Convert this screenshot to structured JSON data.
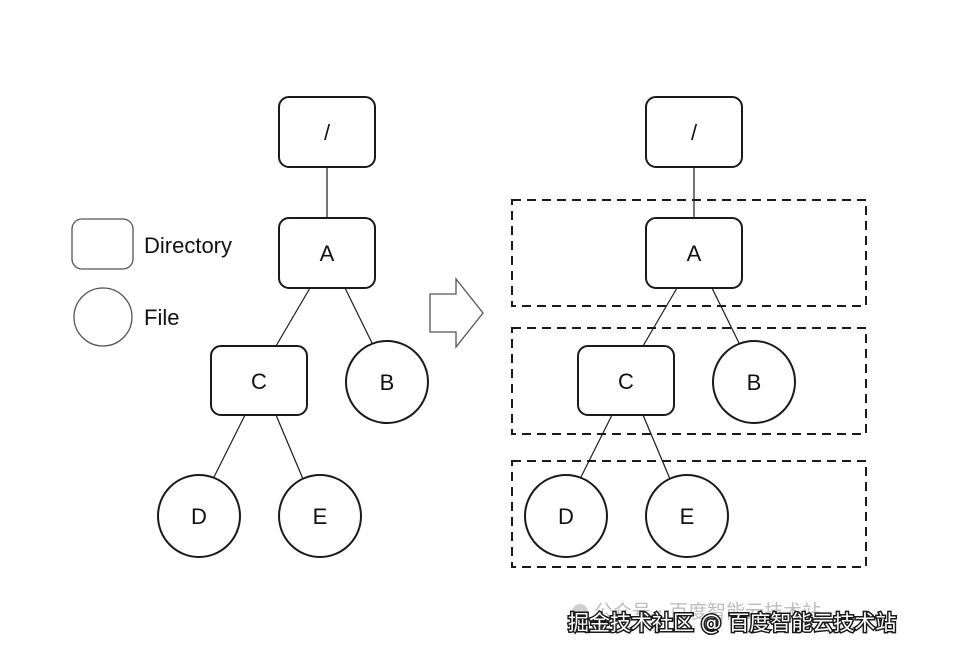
{
  "legend": {
    "directory_label": "Directory",
    "file_label": "File"
  },
  "tree_left": {
    "root": "/",
    "a": "A",
    "b": "B",
    "c": "C",
    "d": "D",
    "e": "E"
  },
  "tree_right": {
    "root": "/",
    "a": "A",
    "b": "B",
    "c": "C",
    "d": "D",
    "e": "E"
  },
  "watermark": {
    "back_text": "公众号 · 百度智能云技术站",
    "front_text": "掘金技术社区 @ 百度智能云技术站"
  },
  "colors": {
    "stroke": "#1a1a1a",
    "text": "#111111",
    "legend_stroke": "#555555"
  }
}
